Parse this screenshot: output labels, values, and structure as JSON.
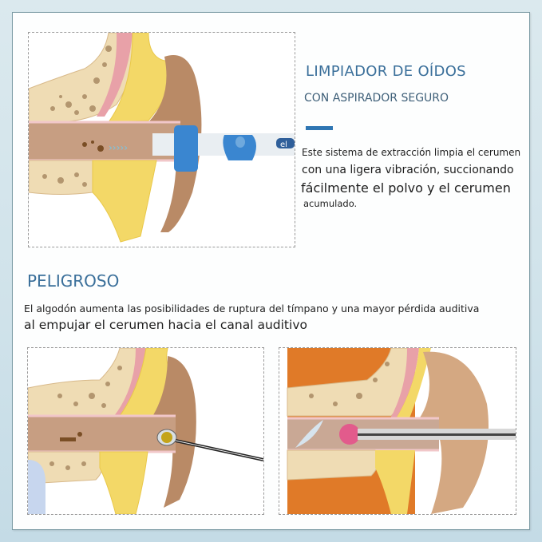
{
  "header": {
    "title": "LIMPIADOR DE OÍDOS",
    "subtitle": "CON ASPIRADOR SEGURO",
    "accent_color": "#2f76b3"
  },
  "description": {
    "lines": [
      "Este sistema de extracción limpia el cerumen",
      "con una ligera vibración, succionando",
      "fácilmente el polvo y el cerumen",
      "acumulado."
    ]
  },
  "warning": {
    "title": "PELIGROSO",
    "lines": [
      "El algodón aumenta las posibilidades de ruptura del tímpano y una mayor pérdida auditiva",
      "al empujar el cerumen hacia el canal auditivo"
    ]
  },
  "images": {
    "top": {
      "label": "ear-vacuum-cleaner-illustration",
      "device_text": "el"
    },
    "bottom_left": {
      "label": "ear-scoop-illustration"
    },
    "bottom_right": {
      "label": "cotton-swab-illustration"
    }
  },
  "colors": {
    "title": "#3a6f9a",
    "device_blue": "#3a86d0",
    "skin": "#b98a66",
    "fat": "#f3d867",
    "bone": "#efdcb4",
    "orange": "#e07a28",
    "swab_tip": "#e25b8c"
  }
}
